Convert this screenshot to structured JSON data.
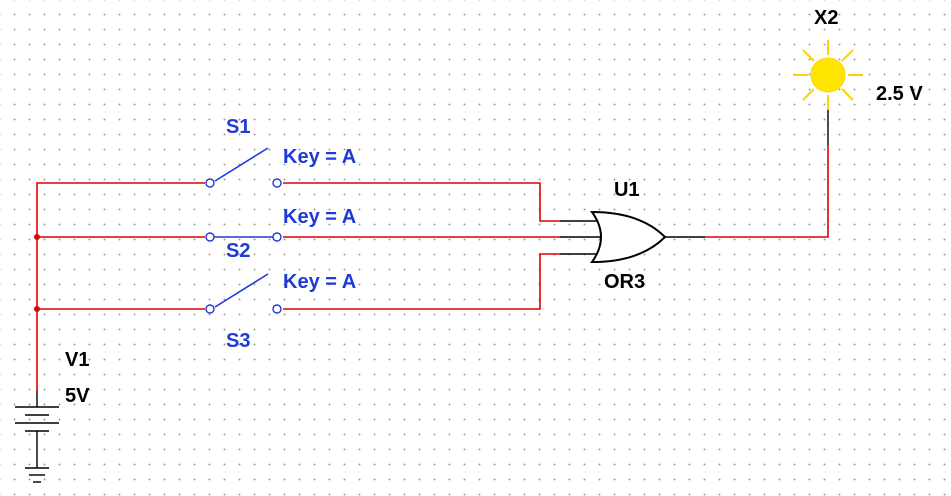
{
  "components": {
    "s1": {
      "ref": "S1",
      "key": "Key = A"
    },
    "s2": {
      "ref": "S2",
      "key": "Key = A"
    },
    "s3": {
      "ref": "S3",
      "key": "Key = A"
    },
    "u1": {
      "ref": "U1",
      "type": "OR3"
    },
    "v1": {
      "ref": "V1",
      "value": "5V"
    },
    "x2": {
      "ref": "X2",
      "reading": "2.5 V"
    }
  },
  "colors": {
    "wire": "#e00000",
    "label": "#1f3ad6",
    "lamp": "#ffe600",
    "lamp_rays": "#ffd200"
  }
}
